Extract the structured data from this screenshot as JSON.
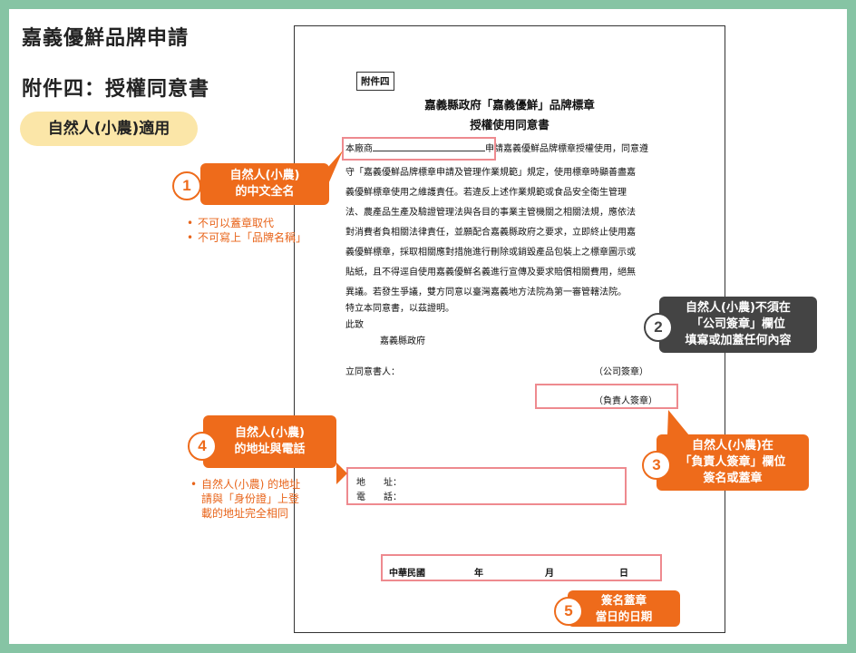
{
  "header": {
    "title1": "嘉義優鮮品牌申請",
    "title2": "附件四：授權同意書",
    "pill": "自然人(小農)適用"
  },
  "document": {
    "attachment_label": "附件四",
    "title_line1": "嘉義縣政府「嘉義優鮮」品牌標章",
    "title_line2": "授權使用同意書",
    "para_first_prefix": "本廠商",
    "para_first_suffix": "申請嘉義優鮮品牌標章授權使用，同意遵",
    "para_lines": [
      "守「嘉義優鮮品牌標章申請及管理作業規範」規定，使用標章時顯善盡嘉",
      "義優鮮標章使用之維護責任。若違反上述作業規範或食品安全衛生管理",
      "法、農產品生產及驗證管理法與各目的事業主管機關之相關法規，應依法",
      "對消費者負相關法律責任，並願配合嘉義縣政府之要求，立即終止使用嘉",
      "義優鮮標章，採取相關應對措施進行刪除或銷毀產品包裝上之標章圖示或",
      "貼紙，且不得逕自使用嘉義優鮮名義進行宣傳及要求賠償相關費用，絕無",
      "異議。若發生爭議，雙方同意以臺灣嘉義地方法院為第一審管轄法院。"
    ],
    "closing1": "特立本同意書，以茲證明。",
    "closing2": "此致",
    "closing3": "嘉義縣政府",
    "signer_label": "立同意書人：",
    "company_seal": "（公司簽章）",
    "person_seal": "（負責人簽章）",
    "address_label": "地　　址：",
    "phone_label": "電　　話：",
    "date_roc": "中華民國",
    "date_year": "年",
    "date_month": "月",
    "date_day": "日"
  },
  "callouts": [
    {
      "num": "1",
      "text": "自然人(小農)\n的中文全名"
    },
    {
      "num": "2",
      "text": "自然人(小農)不須在\n「公司簽章」欄位\n填寫或加蓋任何內容"
    },
    {
      "num": "3",
      "text": "自然人(小農)在\n「負責人簽章」欄位\n簽名或蓋章"
    },
    {
      "num": "4",
      "text": "自然人(小農)\n的地址與電話"
    },
    {
      "num": "5",
      "text": "簽名蓋章\n當日的日期"
    }
  ],
  "notes1": [
    "不可以蓋章取代",
    "不可寫上「品牌名稱」"
  ],
  "notes4": [
    "自然人(小農) 的地址\n請與「身份證」上登\n載的地址完全相同"
  ],
  "colors": {
    "background": "#86c4a4",
    "accent": "#ee6b1b",
    "dark": "#444444",
    "highlight": "#ee8a8f",
    "pill": "#fbe6a8"
  }
}
